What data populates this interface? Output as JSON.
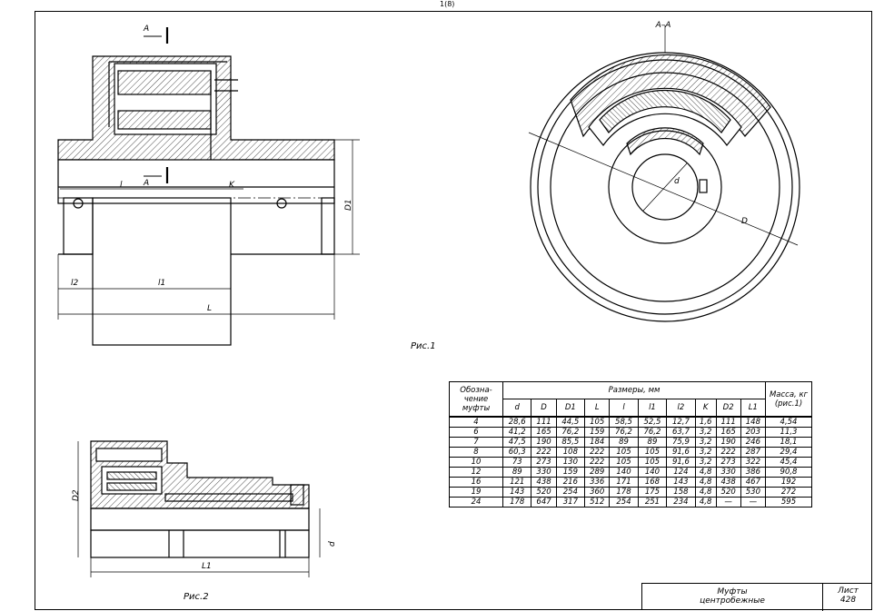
{
  "page_number": "1(8)",
  "labels": {
    "section_mark": "A",
    "section_title": "A–A",
    "dim_D1": "D1",
    "dim_D2": "D2",
    "dim_L": "L",
    "dim_l": "l",
    "dim_l1": "l1",
    "dim_l2": "l2",
    "dim_L1": "L1",
    "dim_K": "K",
    "dim_d": "d",
    "dim_D": "D"
  },
  "captions": {
    "fig1": "Рис.1",
    "fig2": "Рис.2"
  },
  "table": {
    "header": {
      "designation": "Обозна-чение муфты",
      "dimensions": "Размеры, мм",
      "mass": "Масса, кг (рис.1)",
      "columns": [
        "d",
        "D",
        "D1",
        "L",
        "l",
        "l1",
        "l2",
        "K",
        "D2",
        "L1"
      ]
    },
    "rows": [
      [
        "4",
        "28,6",
        "111",
        "44,5",
        "105",
        "58,5",
        "52,5",
        "12,7",
        "1,6",
        "111",
        "148",
        "4,54"
      ],
      [
        "6",
        "41,2",
        "165",
        "76,2",
        "159",
        "76,2",
        "76,2",
        "63,7",
        "3,2",
        "165",
        "203",
        "11,3"
      ],
      [
        "7",
        "47,5",
        "190",
        "85,5",
        "184",
        "89",
        "89",
        "75,9",
        "3,2",
        "190",
        "246",
        "18,1"
      ],
      [
        "8",
        "60,3",
        "222",
        "108",
        "222",
        "105",
        "105",
        "91,6",
        "3,2",
        "222",
        "287",
        "29,4"
      ],
      [
        "10",
        "73",
        "273",
        "130",
        "222",
        "105",
        "105",
        "91,6",
        "3,2",
        "273",
        "322",
        "45,4"
      ],
      [
        "12",
        "89",
        "330",
        "159",
        "289",
        "140",
        "140",
        "124",
        "4,8",
        "330",
        "386",
        "90,8"
      ],
      [
        "16",
        "121",
        "438",
        "216",
        "336",
        "171",
        "168",
        "143",
        "4,8",
        "438",
        "467",
        "192"
      ],
      [
        "19",
        "143",
        "520",
        "254",
        "360",
        "178",
        "175",
        "158",
        "4,8",
        "520",
        "530",
        "272"
      ],
      [
        "24",
        "178",
        "647",
        "317",
        "512",
        "254",
        "251",
        "234",
        "4,8",
        "—",
        "—",
        "595"
      ]
    ]
  },
  "stamp": {
    "title_line1": "Муфты",
    "title_line2": "центробежные",
    "sheet_label": "Лист",
    "sheet_number": "428"
  }
}
